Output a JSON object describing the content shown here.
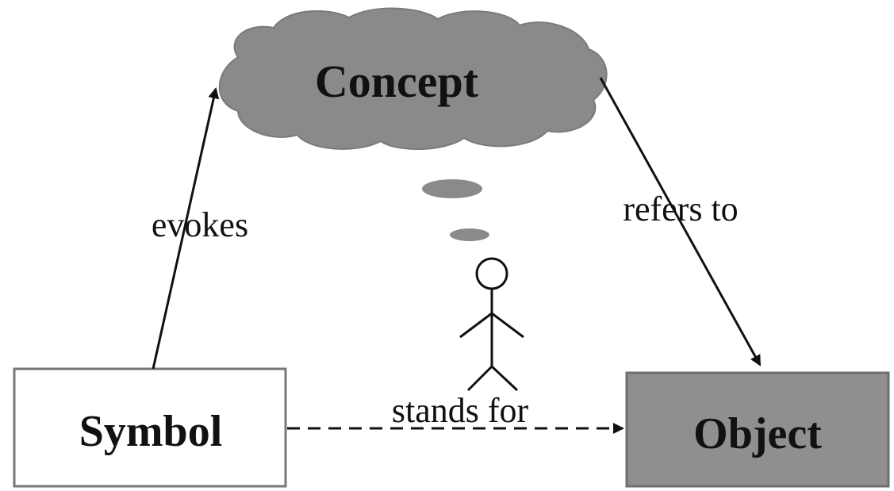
{
  "nodes": {
    "concept": {
      "label": "Concept",
      "fill": "#8a8a8a"
    },
    "symbol": {
      "label": "Symbol",
      "fill": "#ffffff",
      "stroke": "#777777"
    },
    "object": {
      "label": "Object",
      "fill": "#8f8f8f",
      "stroke": "#6f6f6f"
    }
  },
  "edges": {
    "evokes": {
      "label": "evokes"
    },
    "refers_to": {
      "label": "refers to"
    },
    "stands_for": {
      "label": "stands for"
    }
  },
  "colors": {
    "line": "#111111",
    "background": "#ffffff"
  }
}
